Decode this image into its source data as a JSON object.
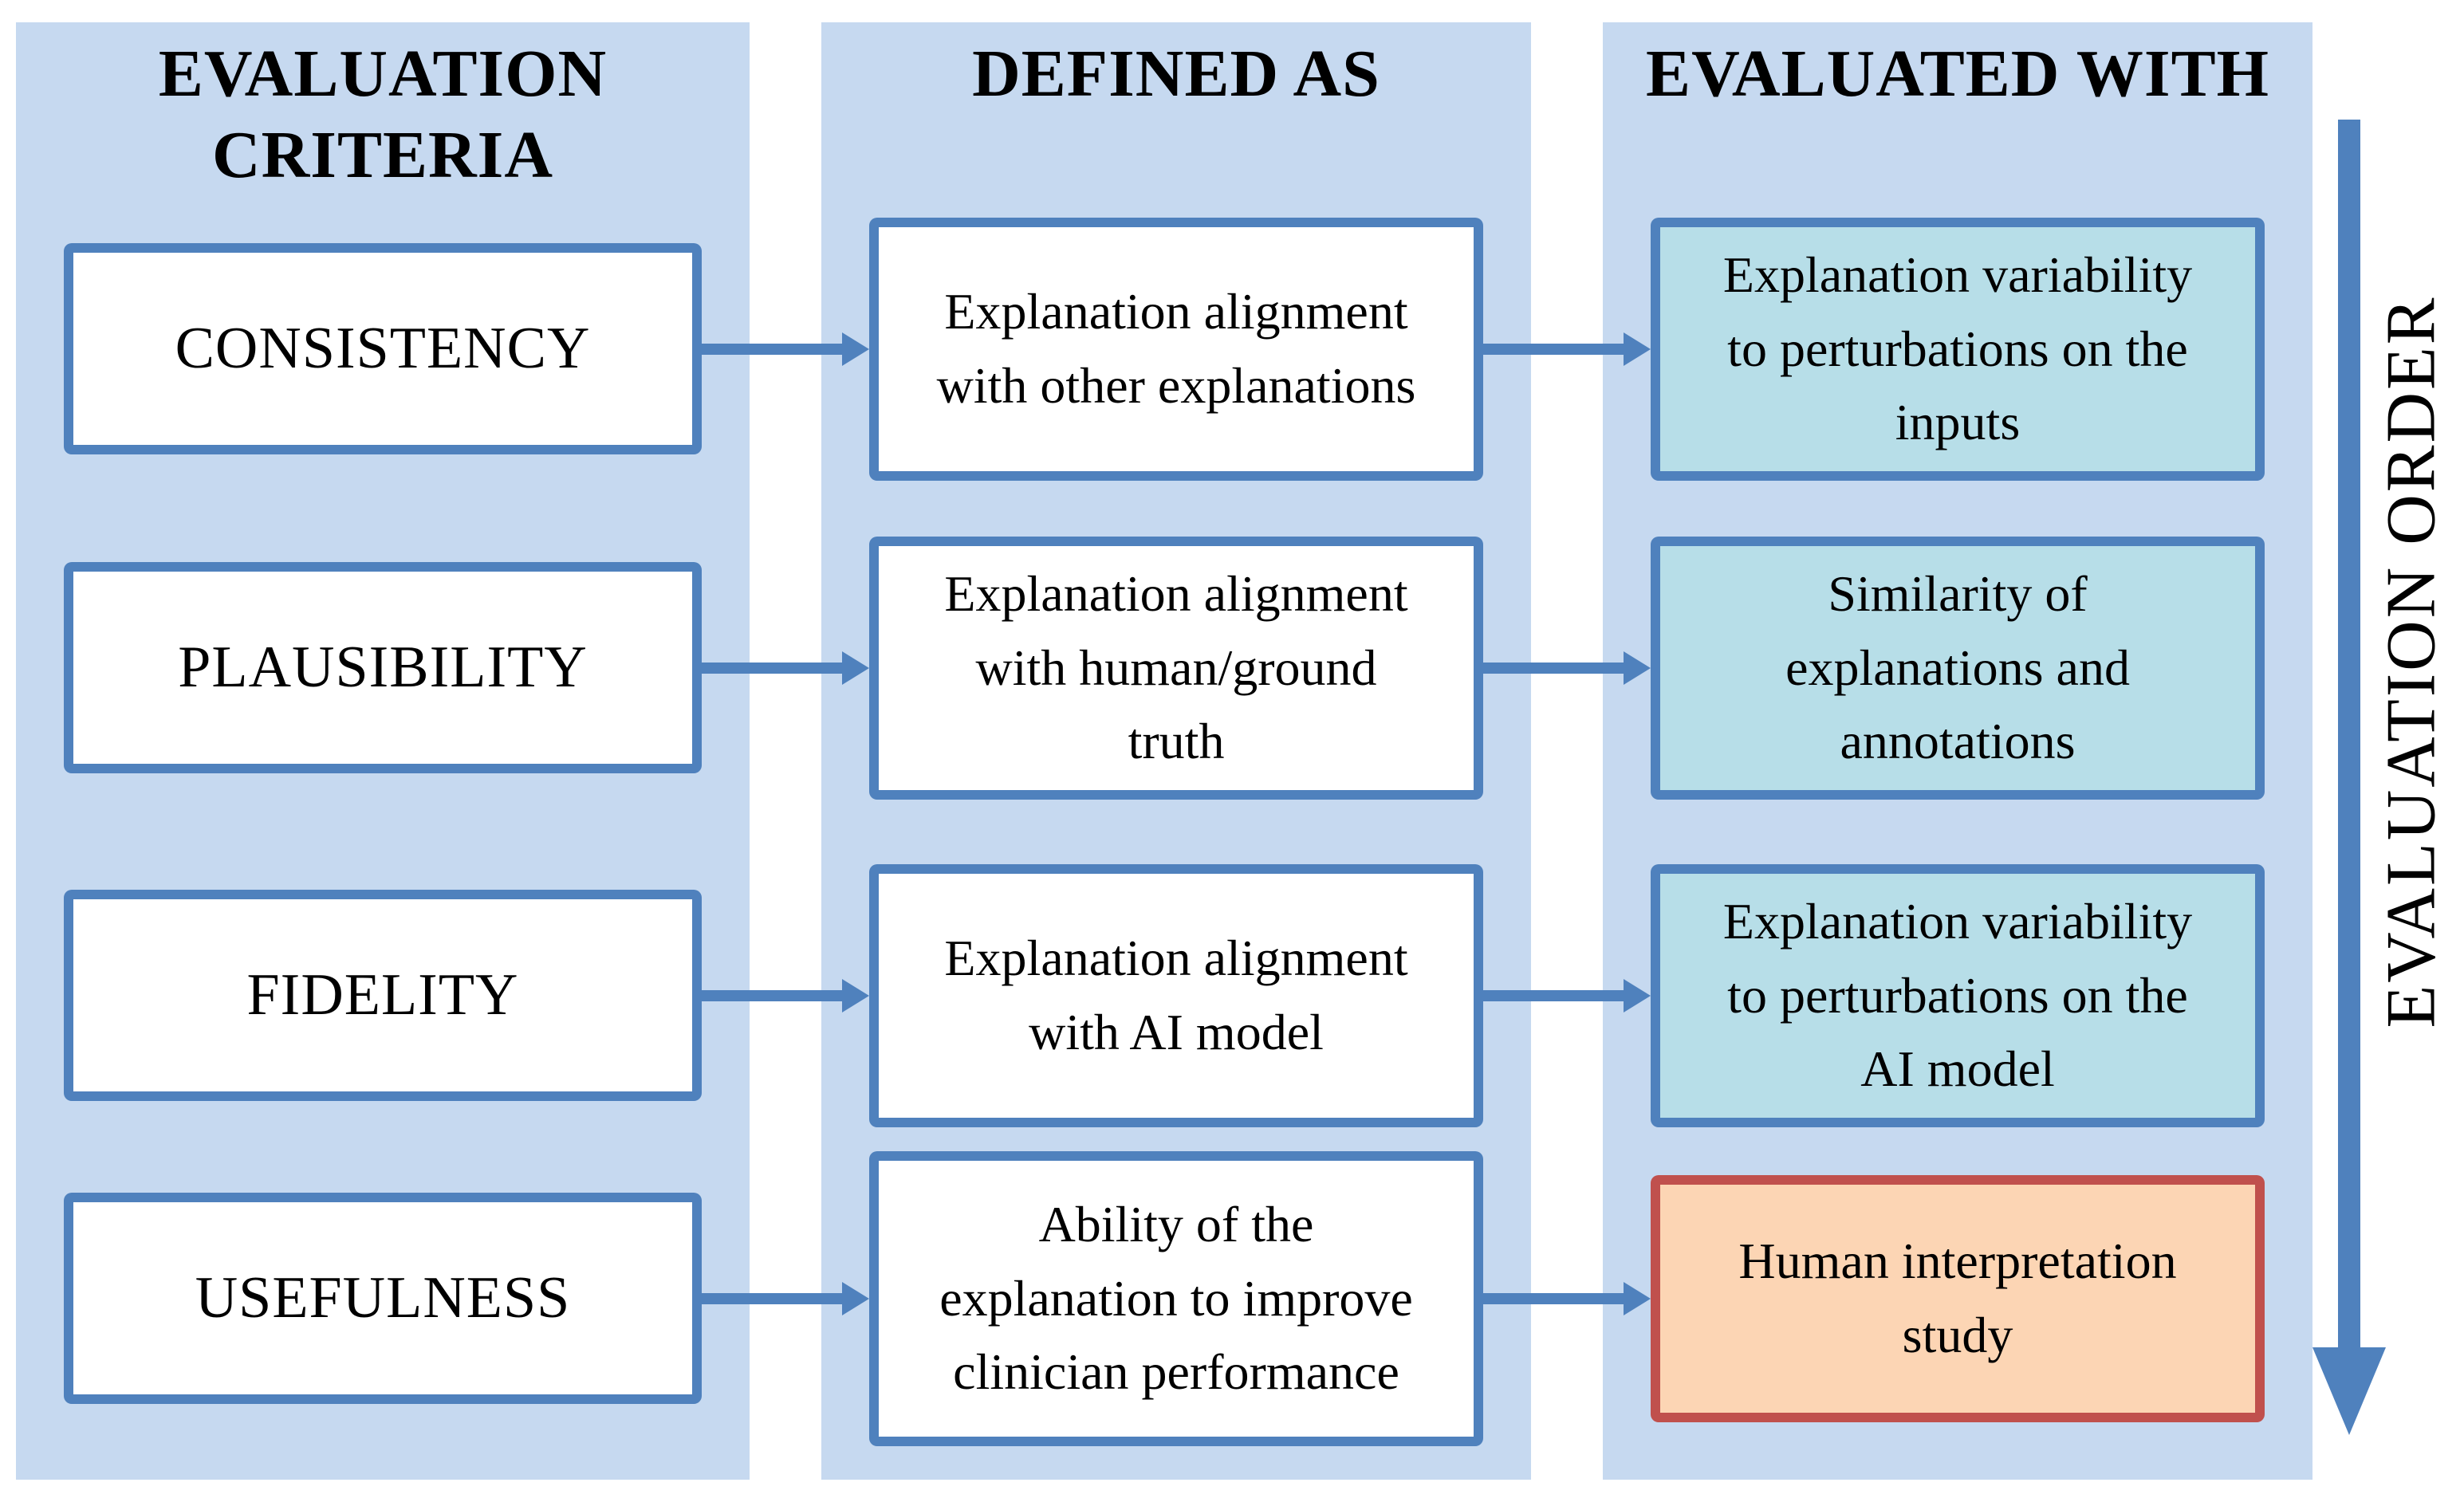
{
  "figure": {
    "type": "flow-diagram",
    "order_label": "EVALUATION ORDER",
    "order_direction": "top-to-bottom",
    "colors": {
      "panel_background": "#c6d9f0",
      "box_border_blue": "#4f81bd",
      "box_fill_white": "#ffffff",
      "box_fill_teal": "#b7dee8",
      "box_fill_orange": "#fcd5b4",
      "box_border_red": "#c0504d",
      "arrow_blue": "#4f81bd",
      "text": "#000000"
    },
    "columns": [
      {
        "id": "evaluation-criteria",
        "header": "EVALUATION\nCRITERIA",
        "boxes": [
          "CONSISTENCY",
          "PLAUSIBILITY",
          "FIDELITY",
          "USEFULNESS"
        ]
      },
      {
        "id": "defined-as",
        "header": "DEFINED AS",
        "boxes": [
          "Explanation alignment\nwith other explanations",
          "Explanation alignment\nwith human/ground\ntruth",
          "Explanation alignment\nwith AI model",
          "Ability of the\nexplanation to improve\nclinician performance"
        ]
      },
      {
        "id": "evaluated-with",
        "header": "EVALUATED WITH",
        "boxes": [
          "Explanation variability\nto perturbations on the\ninputs",
          "Similarity of\nexplanations and\nannotations",
          "Explanation variability\nto perturbations on the\nAI model",
          "Human interpretation\nstudy"
        ]
      }
    ]
  }
}
